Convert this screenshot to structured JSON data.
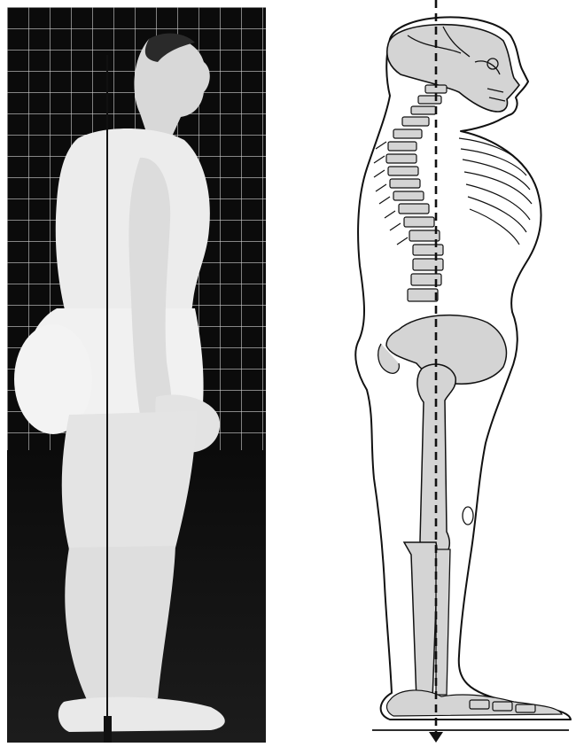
{
  "figure": {
    "panels": [
      {
        "kind": "photograph",
        "subject": "posture-photo-side-view",
        "background": "dark-grid"
      },
      {
        "kind": "line-drawing",
        "subject": "skeleton-plumb-line-side-view"
      }
    ],
    "colors": {
      "photo_background": "#0b0b0b",
      "grid_lines": "#cfcfcf",
      "skin": "#e9e9e9",
      "bone_fill": "#d4d4d4",
      "outline": "#111111",
      "plumb_line": "#111111"
    }
  }
}
